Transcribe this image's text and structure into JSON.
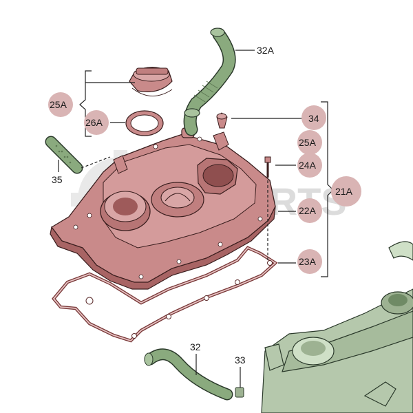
{
  "callouts": {
    "c32A": "32A",
    "c25A_left": "25A",
    "c26A": "26A",
    "c35": "35",
    "c34": "34",
    "c25A_right": "25A",
    "c24A": "24A",
    "c21A": "21A",
    "c22A": "22A",
    "c23A": "23A",
    "c32": "32",
    "c33": "33"
  },
  "colors": {
    "cover_fill": "#c98a8a",
    "cover_shade": "#a86464",
    "hose_green": "#8aaa7e",
    "engine_green": "#b5c8ac",
    "label_circle": "#d9b4b4",
    "watermark": "#d8d8d8"
  }
}
